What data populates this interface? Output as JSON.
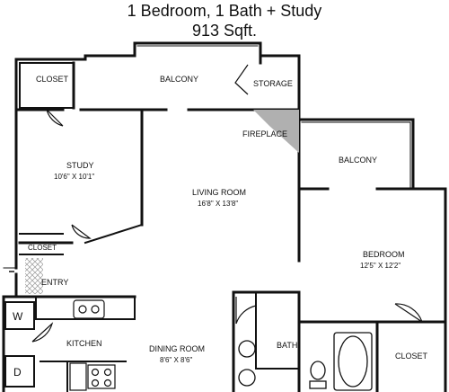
{
  "header": {
    "title_line1": "1 Bedroom, 1 Bath + Study",
    "title_line2": "913 Sqft."
  },
  "rooms": {
    "closet_top": "CLOSET",
    "balcony_top": "BALCONY",
    "storage": "STORAGE",
    "fireplace": "FIREPLACE",
    "balcony_right": "BALCONY",
    "study": "STUDY",
    "study_dim": "10'6\" X 10'1\"",
    "living_room": "LIVING ROOM",
    "living_dim": "16'8\" X 13'8\"",
    "bedroom": "BEDROOM",
    "bedroom_dim": "12'5\" X 12'2\"",
    "closet_small": "CLOSET",
    "entry": "ENTRY",
    "kitchen": "KITCHEN",
    "dining_room": "DINING ROOM",
    "dining_dim": "8'6\" X 8'6\"",
    "bath": "BATH",
    "closet_bottom": "CLOSET"
  },
  "appliances": {
    "washer": "W",
    "dryer": "D"
  },
  "colors": {
    "wall": "#111111",
    "fireplace": "#b0b0b0",
    "entry_tile": "#999999"
  }
}
